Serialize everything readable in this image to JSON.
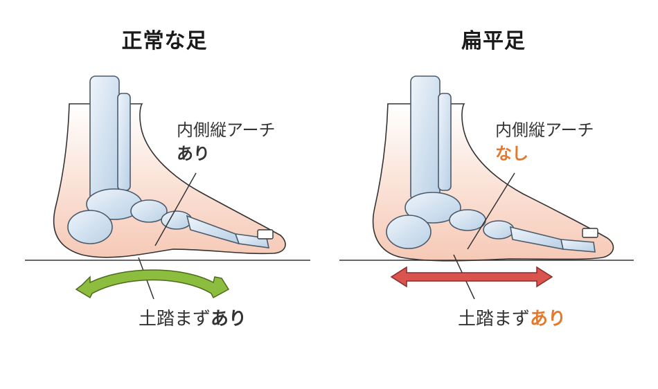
{
  "left": {
    "title": "正常な足",
    "arch_label": "内側縦アーチ",
    "arch_value": "あり",
    "ground_label": "土踏まず",
    "ground_value": "あり",
    "arrow_color": "#8cbd3e"
  },
  "right": {
    "title": "扁平足",
    "arch_label": "内側縦アーチ",
    "arch_value": "なし",
    "ground_label": "土踏まず",
    "ground_value": "あり",
    "arrow_color": "#d9534f",
    "accent_color": "#e4782e"
  }
}
